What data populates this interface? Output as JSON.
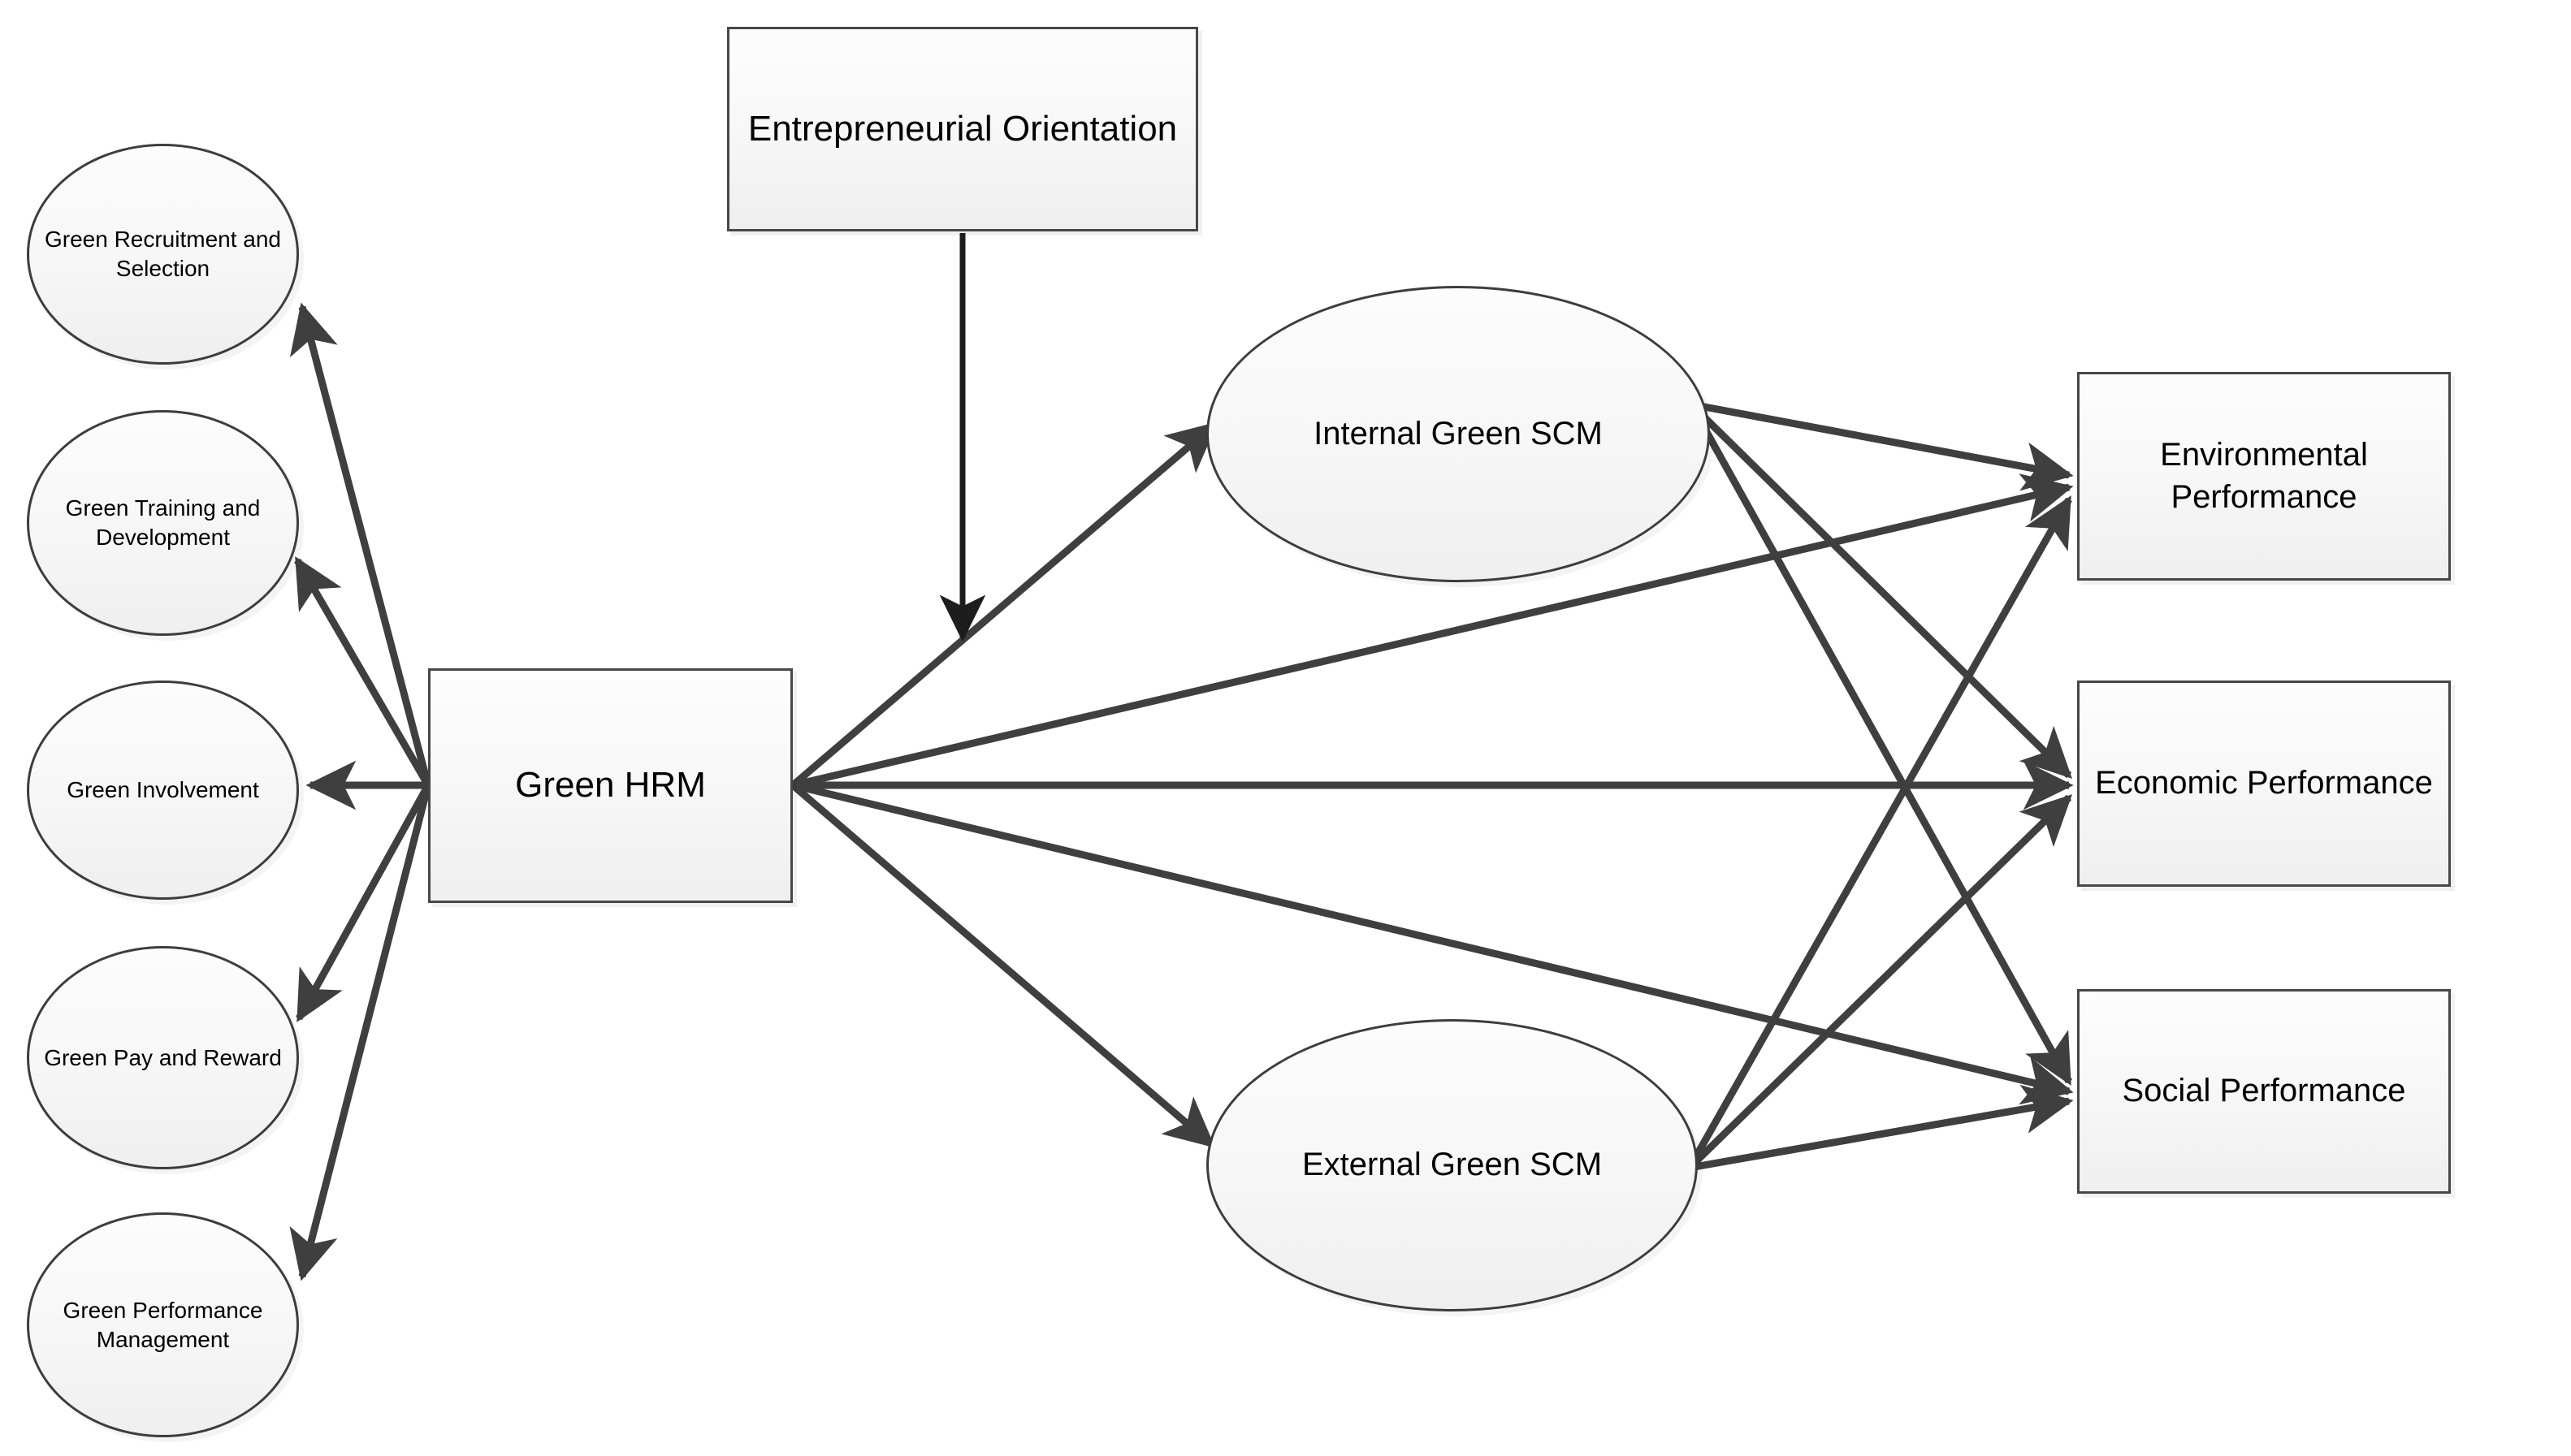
{
  "diagram": {
    "title": "Green HRM conceptual research model",
    "background_color": "#ffffff",
    "node_fill": "#f7f7f7",
    "node_stroke": "#474747",
    "edge_color": "#3f3f3f"
  },
  "nodes": {
    "hrm_practices": [
      {
        "id": "green-recruitment-and-selection",
        "label": "Green Recruitment and Selection",
        "shape": "ellipse"
      },
      {
        "id": "green-training-and-development",
        "label": "Green Training and Development",
        "shape": "ellipse"
      },
      {
        "id": "green-involvement",
        "label": "Green Involvement",
        "shape": "ellipse"
      },
      {
        "id": "green-pay-and-reward",
        "label": "Green Pay and Reward",
        "shape": "ellipse"
      },
      {
        "id": "green-performance-management",
        "label": "Green Performance Management",
        "shape": "ellipse"
      }
    ],
    "core": {
      "id": "green-hrm",
      "label": "Green HRM",
      "shape": "rectangle"
    },
    "moderator": {
      "id": "entrepreneurial-orientation",
      "label": "Entrepreneurial Orientation",
      "shape": "rectangle"
    },
    "mediators": [
      {
        "id": "internal-green-scm",
        "label": "Internal Green SCM",
        "shape": "ellipse"
      },
      {
        "id": "external-green-scm",
        "label": "External Green SCM",
        "shape": "ellipse"
      }
    ],
    "outcomes": [
      {
        "id": "environmental-performance",
        "label": "Environmental Performance",
        "shape": "rectangle"
      },
      {
        "id": "economic-performance",
        "label": "Economic Performance",
        "shape": "rectangle"
      },
      {
        "id": "social-performance",
        "label": "Social Performance",
        "shape": "rectangle"
      }
    ]
  },
  "edges": [
    {
      "from": "green-hrm",
      "to": "green-recruitment-and-selection",
      "arrow": "single"
    },
    {
      "from": "green-hrm",
      "to": "green-training-and-development",
      "arrow": "single"
    },
    {
      "from": "green-hrm",
      "to": "green-involvement",
      "arrow": "single"
    },
    {
      "from": "green-hrm",
      "to": "green-pay-and-reward",
      "arrow": "single"
    },
    {
      "from": "green-hrm",
      "to": "green-performance-management",
      "arrow": "single"
    },
    {
      "from": "green-hrm",
      "to": "internal-green-scm",
      "arrow": "single"
    },
    {
      "from": "green-hrm",
      "to": "external-green-scm",
      "arrow": "single"
    },
    {
      "from": "green-hrm",
      "to": "environmental-performance",
      "arrow": "single"
    },
    {
      "from": "green-hrm",
      "to": "economic-performance",
      "arrow": "single"
    },
    {
      "from": "green-hrm",
      "to": "social-performance",
      "arrow": "single"
    },
    {
      "from": "entrepreneurial-orientation",
      "to": "green-hrm-to-scm-path",
      "arrow": "single"
    },
    {
      "from": "internal-green-scm",
      "to": "environmental-performance",
      "arrow": "single"
    },
    {
      "from": "internal-green-scm",
      "to": "economic-performance",
      "arrow": "single"
    },
    {
      "from": "internal-green-scm",
      "to": "social-performance",
      "arrow": "single"
    },
    {
      "from": "external-green-scm",
      "to": "environmental-performance",
      "arrow": "single"
    },
    {
      "from": "external-green-scm",
      "to": "economic-performance",
      "arrow": "single"
    },
    {
      "from": "external-green-scm",
      "to": "social-performance",
      "arrow": "single"
    }
  ]
}
